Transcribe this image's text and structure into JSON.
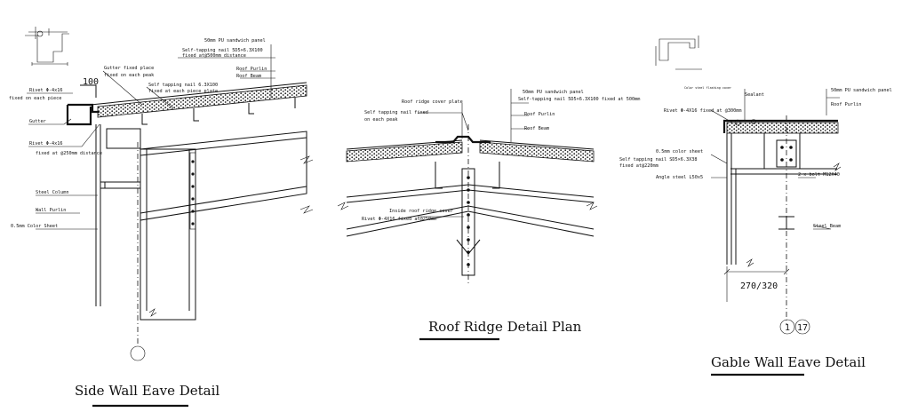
{
  "titles": {
    "side_wall": "Side Wall Eave Detail",
    "ridge": "Roof Ridge Detail Plan",
    "gable": "Gable Wall Eave Detail"
  },
  "side_wall": {
    "dim_100": "100",
    "sandwich_panel": "50mm PU sandwich panel",
    "self_tapping_nail_1": "Self-tapping nail 5D5×6.3X100",
    "fixed_distance": "fixed at@500mm distance",
    "gutter_fixed_place": "Gutter fixed place",
    "fixed_each_place": "fixed on each peak",
    "self_tapping_nail_2": "Self tapping nail 6.3X100",
    "fixed_each_piece": "fixed at each piece plate",
    "roof_purlin": "Roof Purlin",
    "roof_beam": "Roof Beam",
    "rivet_label": "Rivet Φ-4x16",
    "rivet_fixed": "fixed on each piece",
    "gutter": "Gutter",
    "rivet_label_2": "Rivet Φ-4x16",
    "rivet_fixed_2": "fixed at @250mm distance",
    "steel_column": "Steel Column",
    "wall_purlin": "Wall Purlin",
    "color_sheet": "0.5mm Color Sheet"
  },
  "ridge": {
    "ridge_cover": "Roof ridge cover plate",
    "self_tapping_1": "Self tapping nail fixed",
    "on_each_peak": "on each peak",
    "sandwich_panel": "50mm PU sandwich panel",
    "self_tapping_2": "Self-tapping nail 5D5×6.3X100 fixed at 500mm",
    "roof_purlin": "Roof Purlin",
    "roof_beam": "Roof Beam",
    "inside_cover": "Inside roof ridge cover",
    "rivet": "Rivet Φ-4X16 fixed at@250mm"
  },
  "gable": {
    "sealant": "Sealant",
    "sealant_top": "Color steel flashing cover",
    "sandwich_panel": "50mm PU sandwich panel",
    "rivet": "Rivet Φ-4X16 fixed at @300mm",
    "roof_purlin": "Roof Purlin",
    "color_sheet": "0.5mm color sheet",
    "self_tapping": "Self tapping nail SD5×6.3X38",
    "fixed_at": "fixed at@220mm",
    "angle_steel": "Angle steel L50x5",
    "bolt": "2 x bolt M12X40",
    "steel_beam": "Steel Beam",
    "dimension": "270/320",
    "grid_1": "1",
    "grid_17": "17"
  }
}
